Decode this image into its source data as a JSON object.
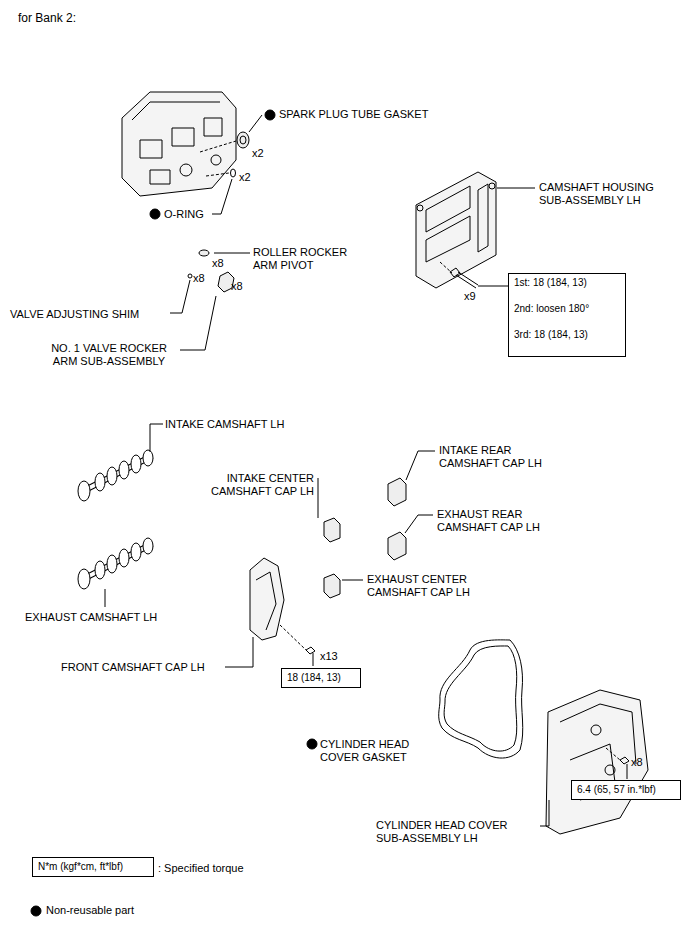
{
  "diagram": {
    "title": "for Bank 2:",
    "nodes": [
      {
        "text": [
          "1st: 18 (184, 13)",
          "2nd: loosen 180°",
          "3rd: 18 (184, 13)"
        ]
      },
      {
        "text": [
          "18 (184, 13)"
        ]
      },
      {
        "text": [
          "6.4 (65, 57 in.*lbf)"
        ]
      },
      {
        "text": [
          "N*m (kgf*cm, ft*lbf)"
        ]
      }
    ],
    "edges": [],
    "labels": [
      "SPARK PLUG TUBE GASKET",
      "x2",
      "x2",
      "O-RING",
      "CAMSHAFT HOUSING SUB-ASSEMBLY LH",
      "x9",
      "ROLLER ROCKER ARM PIVOT",
      "x8",
      "x8",
      "VALVE ADJUSTING SHIM",
      "x8",
      "NO. 1 VALVE ROCKER ARM SUB-ASSEMBLY",
      "INTAKE CAMSHAFT LH",
      "INTAKE REAR CAMSHAFT CAP LH",
      "INTAKE CENTER CAMSHAFT CAP LH",
      "EXHAUST REAR CAMSHAFT CAP LH",
      "EXHAUST CENTER CAMSHAFT CAP LH",
      "EXHAUST CAMSHAFT LH",
      "FRONT CAMSHAFT CAP LH",
      "x13",
      "CYLINDER HEAD COVER GASKET",
      "x8",
      "CYLINDER HEAD COVER SUB-ASSEMBLY LH",
      ": Specified torque"
    ],
    "legend": [
      {
        "text": "Non-reusable part"
      }
    ]
  }
}
